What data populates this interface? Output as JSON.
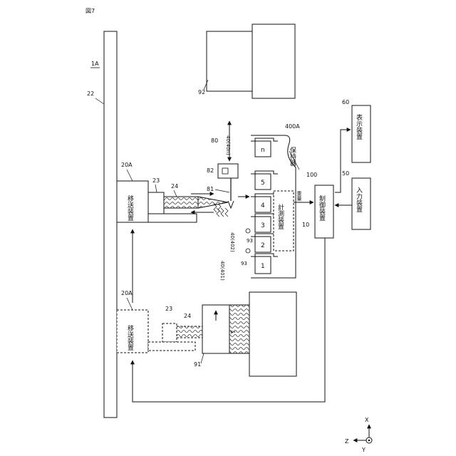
{
  "figure": {
    "label": "図7",
    "system_label": "1A"
  },
  "rail": {
    "label": "22"
  },
  "transfer": {
    "name": "移送装置",
    "label": "20A",
    "arm_label": "23",
    "tool_label": "24"
  },
  "source": {
    "label": "91"
  },
  "destination": {
    "label": "92"
  },
  "holder": {
    "name": "保持器",
    "label": "400A",
    "containers": [
      "1",
      "2",
      "3",
      "4",
      "5",
      "n"
    ],
    "container_labels": {
      "first": "40(401)",
      "second": "40(402)",
      "last": "40(40n)"
    },
    "chip_label": "93",
    "base_label": "10"
  },
  "measuring": {
    "name": "計測装置",
    "quantity": "重量"
  },
  "dispenser": {
    "label": "80",
    "head_label": "82",
    "nozzle_label": "81"
  },
  "controller": {
    "name": "制御装置",
    "label": "100"
  },
  "input_device": {
    "name": "入力装置",
    "label": "50"
  },
  "display_device": {
    "name": "表示装置",
    "label": "60"
  },
  "axes": {
    "x": "X",
    "y": "Y",
    "z": "Z"
  }
}
